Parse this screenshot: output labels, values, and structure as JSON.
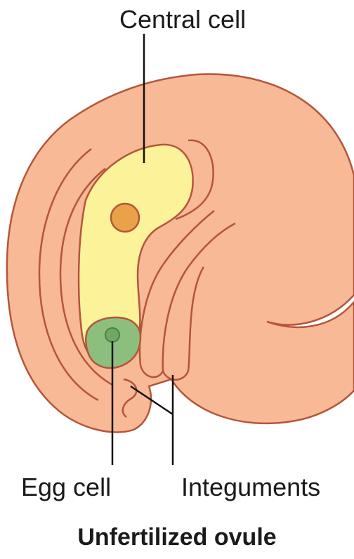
{
  "labels": {
    "central_cell": "Central cell",
    "egg_cell": "Egg cell",
    "integuments": "Integuments"
  },
  "caption": "Unfertilized ovule",
  "colors": {
    "tissue_fill": "#F7B996",
    "tissue_stroke": "#B5553A",
    "central_cell_fill": "#FBF29A",
    "nucleus_fill": "#E9A24A",
    "egg_cell_fill": "#8CBF7E",
    "egg_nucleus_fill": "#6FA862",
    "leader_line": "#111111"
  }
}
